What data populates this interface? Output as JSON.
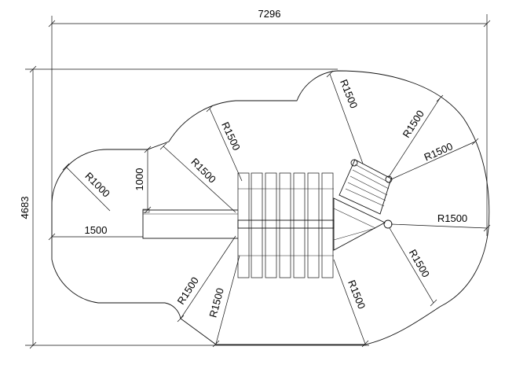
{
  "diagram": {
    "overall_width_label": "7296",
    "overall_height_label": "4683",
    "slide_dim_label": "1000",
    "slide_length_label": "1500",
    "radius_small_label": "R1000",
    "radius_labels": [
      "R1500",
      "R1500",
      "R1500",
      "R1500",
      "R1500",
      "R1500",
      "R1500",
      "R1500",
      "R1500",
      "R1500"
    ]
  }
}
